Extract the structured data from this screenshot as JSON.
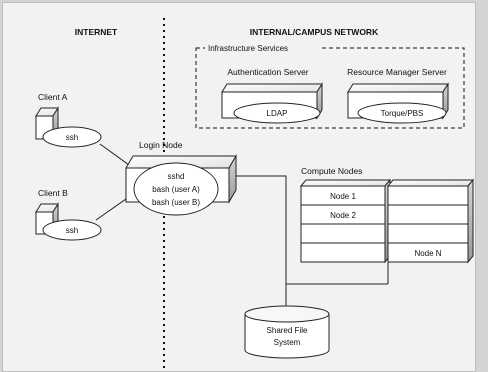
{
  "sections": {
    "internet": "INTERNET",
    "internal": "INTERNAL/CAMPUS NETWORK"
  },
  "infrastructure": {
    "group_label": "Infrastructure Services",
    "auth_server": {
      "title": "Authentication Server",
      "service": "LDAP"
    },
    "resource_server": {
      "title": "Resource Manager Server",
      "service": "Torque/PBS"
    }
  },
  "clients": [
    {
      "name": "Client A",
      "process": "ssh"
    },
    {
      "name": "Client B",
      "process": "ssh"
    }
  ],
  "login_node": {
    "title": "Login Node",
    "processes": [
      "sshd",
      "bash (user A)",
      "bash (user B)"
    ]
  },
  "compute": {
    "title": "Compute Nodes",
    "nodes": [
      "Node 1",
      "Node 2",
      "Node N"
    ]
  },
  "storage": {
    "line1": "Shared File",
    "line2": "System"
  },
  "colors": {
    "panel_bg": "#f2f2f2",
    "box_fill": "#ffffff",
    "stroke": "#222222"
  }
}
